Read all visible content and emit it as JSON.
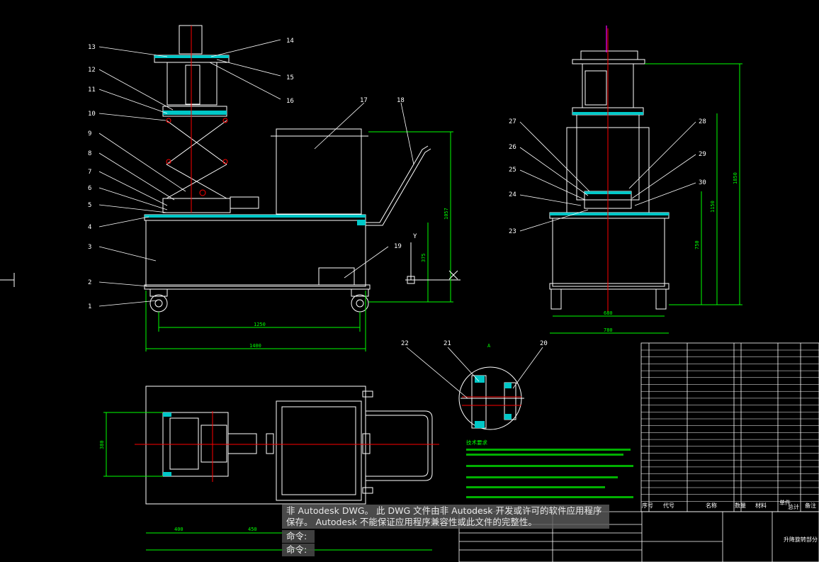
{
  "colors": {
    "background": "#000000",
    "white_lines": "#ffffff",
    "green_dims": "#00ff00",
    "cyan_hatch": "#00c8c8",
    "red_center": "#ff0000",
    "magenta": "#ff00ff"
  },
  "callouts_front": [
    "13",
    "12",
    "11",
    "10",
    "9",
    "8",
    "7",
    "6",
    "5",
    "4",
    "3",
    "2",
    "1",
    "14",
    "15",
    "16",
    "17",
    "18",
    "19"
  ],
  "callouts_side": [
    "27",
    "26",
    "25",
    "24",
    "23",
    "28",
    "29",
    "30"
  ],
  "callouts_detail": [
    "22",
    "21",
    "20"
  ],
  "detail_label": "A",
  "axes": {
    "x": "X",
    "y": "Y"
  },
  "title_block": {
    "header": [
      "序号",
      "代号",
      "名称",
      "数量",
      "材料",
      "单件",
      "总计",
      "备注"
    ],
    "drawing_name": "升降旋转部分"
  },
  "notes_title": "技术要求",
  "cmd": {
    "banner_line1": "非 Autodesk DWG。  此 DWG 文件由非 Autodesk 开发或许可的软件应用程序",
    "banner_line2": "保存。  Autodesk 不能保证应用程序兼容性或此文件的完整性。",
    "prompt1": "命令:",
    "prompt2": "命令:"
  }
}
